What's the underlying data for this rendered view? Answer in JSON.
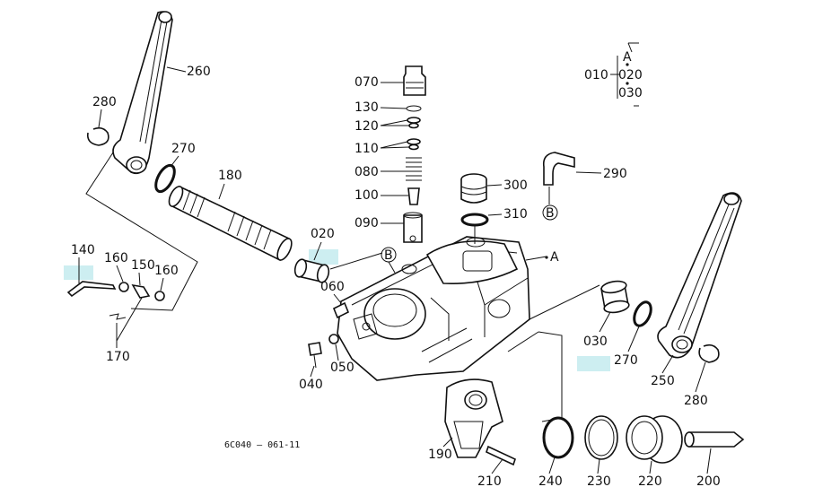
{
  "drawing_code": "6C040 – 061-11",
  "callouts": {
    "c010": "010",
    "c020a": "020",
    "c030a": "030",
    "cA_top": "A",
    "c260": "260",
    "c280a": "280",
    "c270a": "270",
    "c180": "180",
    "c140": "140",
    "c160a": "160",
    "c150": "150",
    "c160b": "160",
    "c170": "170",
    "c070": "070",
    "c130": "130",
    "c120": "120",
    "c110": "110",
    "c080": "080",
    "c100": "100",
    "c090": "090",
    "c020b": "020",
    "c060": "060",
    "c040": "040",
    "c050": "050",
    "c300": "300",
    "c310": "310",
    "c290": "290",
    "cA_body": "A",
    "c030b": "030",
    "c270b": "270",
    "c250": "250",
    "c280b": "280",
    "c190": "190",
    "c210": "210",
    "c240": "240",
    "c230": "230",
    "c220": "220",
    "c200": "200",
    "cB1": "B",
    "cB2": "B"
  },
  "colors": {
    "line": "#111111",
    "highlight": "#cdeef1",
    "background": "#ffffff"
  }
}
